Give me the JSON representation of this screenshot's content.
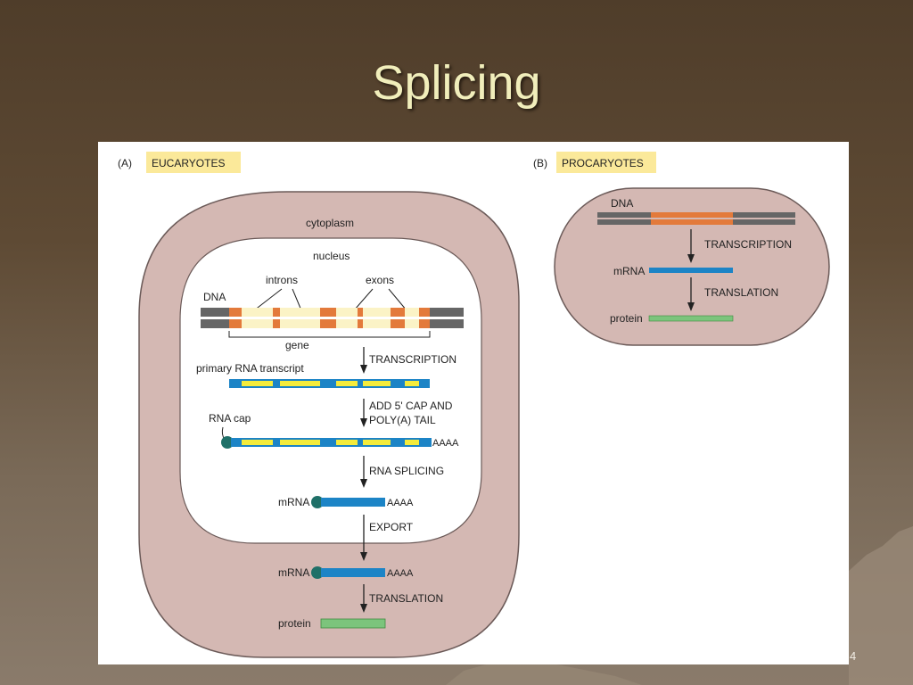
{
  "slide": {
    "title": "Splicing",
    "page_number": "4"
  },
  "panel_a": {
    "letter": "(A)",
    "heading": "EUCARYOTES",
    "cytoplasm": "cytoplasm",
    "nucleus": "nucleus",
    "introns": "introns",
    "exons": "exons",
    "dna": "DNA",
    "gene": "gene",
    "step_transcription": "TRANSCRIPTION",
    "primary_transcript": "primary RNA transcript",
    "step_cap_line1": "ADD 5' CAP AND",
    "step_cap_line2": "POLY(A) TAIL",
    "rna_cap": "RNA cap",
    "polya_1": "AAAA",
    "step_splicing": "RNA SPLICING",
    "mrna_1": "mRNA",
    "polya_2": "AAAA",
    "step_export": "EXPORT",
    "mrna_2": "mRNA",
    "polya_3": "AAAA",
    "step_translation": "TRANSLATION",
    "protein": "protein"
  },
  "panel_b": {
    "letter": "(B)",
    "heading": "PROCARYOTES",
    "dna": "DNA",
    "step_transcription": "TRANSCRIPTION",
    "mrna": "mRNA",
    "step_translation": "TRANSLATION",
    "protein": "protein"
  },
  "colors": {
    "heading_highlight": "#fbe99a",
    "cell_fill": "#d4b8b3",
    "cell_stroke": "#6b5a58",
    "dna_strand": "#666666",
    "exon_orange": "#e37a3b",
    "intron_pale": "#fbf3c6",
    "rna_blue": "#1c84c6",
    "rna_yellow": "#f4ec3c",
    "cap_green": "#1f7068",
    "protein_green": "#7cc47c"
  }
}
